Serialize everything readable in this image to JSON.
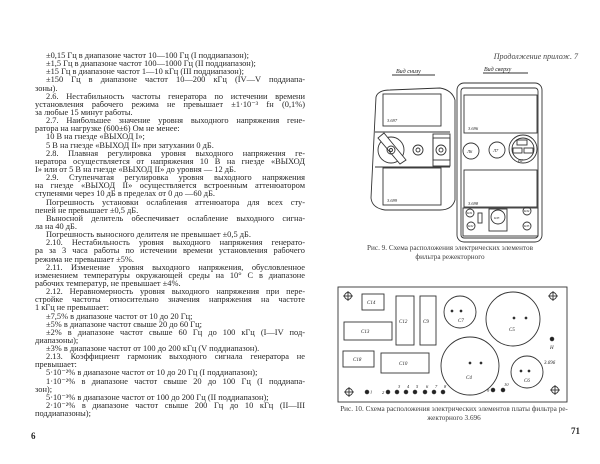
{
  "left_page": {
    "page_number": "6",
    "paragraphs": [
      [
        "±0,15 Гц в диапазоне частот 10—100 Гц (I поддиапазон);"
      ],
      [
        "±1,5 Гц в диапазоне частот 100—1000 Гц (II поддиапазон);"
      ],
      [
        "±15 Гц в диапазоне частот 1—10 кГц (III поддиапазон);"
      ],
      [
        "±150 Гц в диапазоне частот 10—200 кГц (IV—V поддиапа-",
        "зоны)."
      ],
      [
        "2.6. Нестабильность частоты генератора по истечении времени",
        "установления рабочего режима не превышает ±1·10⁻³ fн (0,1%)",
        "за любые 15 минут работы."
      ],
      [
        "2.7. Наибольшее значение уровня выходного напряжения гене-",
        "ратора на нагрузке (600±6) Ом не менее:"
      ],
      [
        "10 В на гнезде «ВЫХОД I»;"
      ],
      [
        "5 В на гнезде «ВЫХОД II» при затухании 0 дБ."
      ],
      [
        "2.8. Плавная регулировка уровня выходного напряжения ге-",
        "нератора осуществляется от напряжения 10 В на гнезде «ВЫХОД",
        "I» или от 5 В на гнезде «ВЫХОД II» до уровня — 12 дБ."
      ],
      [
        "2.9. Ступенчатая регулировка уровня выходного напряжения",
        "на гнезде «ВЫХОД II» осуществляется встроенным аттенюатором",
        "ступенями через 10 дБ в пределах от 0 до —60 дБ."
      ],
      [
        "Погрешность установки ослабления аттенюатора для всех сту-",
        "пеней не превышает ±0,5 дБ."
      ],
      [
        "Выносной делитель обеспечивает ослабление выходного сигна-",
        "ла на 40 дБ."
      ],
      [
        "Погрешность выносного делителя не превышает ±0,5 дБ."
      ],
      [
        "2.10. Нестабильность уровня выходного напряжения генерато-",
        "ра за 3 часа работы по истечении времени установления рабочего",
        "режима не превышает ±5%."
      ],
      [
        "2.11. Изменение уровня выходного напряжения, обусловленное",
        "изменением температуры окружающей среды на 10° С в диапазоне",
        "рабочих температур, не превышает ±4%."
      ],
      [
        "2.12. Неравномерность уровня выходного напряжения при пере-",
        "стройке частоты относительно значения напряжения на частоте",
        "1 кГц не превышает:"
      ],
      [
        "±7,5% в диапазоне частот от 10 до 20 Гц;"
      ],
      [
        "±5% в диапазоне частот свыше 20 до 60 Гц;"
      ],
      [
        "±2% в диапазоне частот свыше 60 Гц до 100 кГц (I—IV под-",
        "диапазоны);"
      ],
      [
        "±3% в диапазоне частот от 100 до 200 кГц (V поддиапазон)."
      ],
      [
        "2.13. Коэффициент гармоник выходного сигнала генератора не",
        "превышает:"
      ],
      [
        "5·10⁻²% в диапазоне частот от 10 до 20 Гц (I поддиапазон);"
      ],
      [
        "1·10⁻²% в диапазоне частот свыше 20 до 100 Гц (I поддиапа-",
        "зон);"
      ],
      [
        "5·10⁻³% в диапазоне частот от 100 до 200 Гц (II поддиапазон);"
      ],
      [
        "2·10⁻²% в диапазоне частот свыше 200 Гц до 10 кГц (II—III",
        "поддиапазоны);"
      ]
    ]
  },
  "right_page": {
    "running_head": "Продолжение прилож. 7",
    "page_number": "71",
    "figure9": {
      "view_bottom": "Вид снизу",
      "view_top": "Вид сверху",
      "labels": {
        "b1": "3.697",
        "b2": "3.699",
        "b3": "3.696",
        "b4": "3.698",
        "l6": "Л6",
        "l7": "Л7",
        "v1": "В1",
        "sh1": "Ш1",
        "sh2": "Ш2",
        "sh3": "Ш3",
        "sh4": "Ш4",
        "sh5": "Ш5"
      },
      "caption_lines": [
        "Рис. 9. Схема расположения электрических элементов",
        "фильтра режекторного"
      ]
    },
    "figure10": {
      "components": [
        "C14",
        "C13",
        "C12",
        "C9",
        "C18",
        "C10",
        "C7",
        "C5",
        "C4",
        "C6"
      ],
      "board_label": "3.696",
      "h_label": "Н",
      "pins": [
        "1",
        "2",
        "3",
        "4",
        "5",
        "6",
        "7",
        "8",
        "9",
        "10"
      ],
      "caption_lines": [
        "Рис. 10. Схема расположения электрических элементов платы фильтра ре-",
        "жекторного 3.696"
      ]
    }
  }
}
